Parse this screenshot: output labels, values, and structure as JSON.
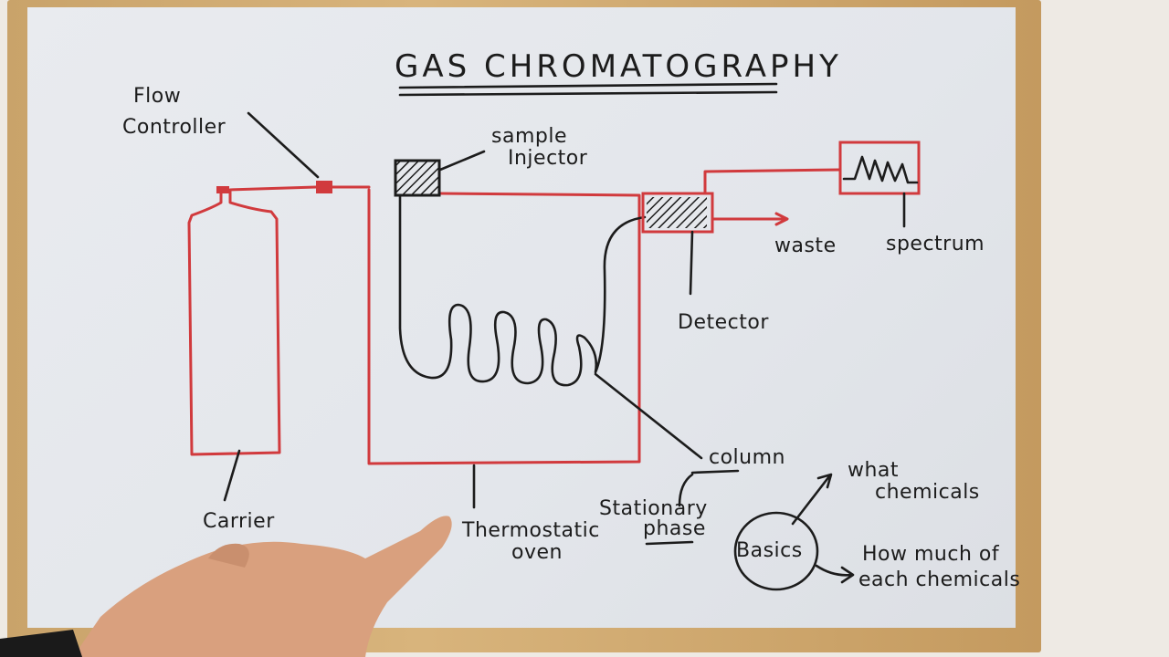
{
  "title": "GAS CHROMATOGRAPHY",
  "labels": {
    "flow_controller_line1": "Flow",
    "flow_controller_line2": "Controller",
    "sample_injector_line1": "sample",
    "sample_injector_line2": "Injector",
    "waste": "waste",
    "spectrum": "spectrum",
    "detector": "Detector",
    "column": "column",
    "stationary_phase_line1": "Stationary",
    "stationary_phase_line2": "phase",
    "carrier": "Carrier",
    "thermostatic_oven_line1": "Thermostatic",
    "thermostatic_oven_line2": "oven",
    "basics": "Basics",
    "what_chemicals_line1": "what",
    "what_chemicals_line2": "chemicals",
    "how_much_line1": "How much of",
    "how_much_line2": "each chemicals"
  },
  "colors": {
    "marker_red": "#d13a3d",
    "marker_black": "#1c1c1c",
    "board": "#e6e8ec",
    "frame": "#d2ab72"
  }
}
